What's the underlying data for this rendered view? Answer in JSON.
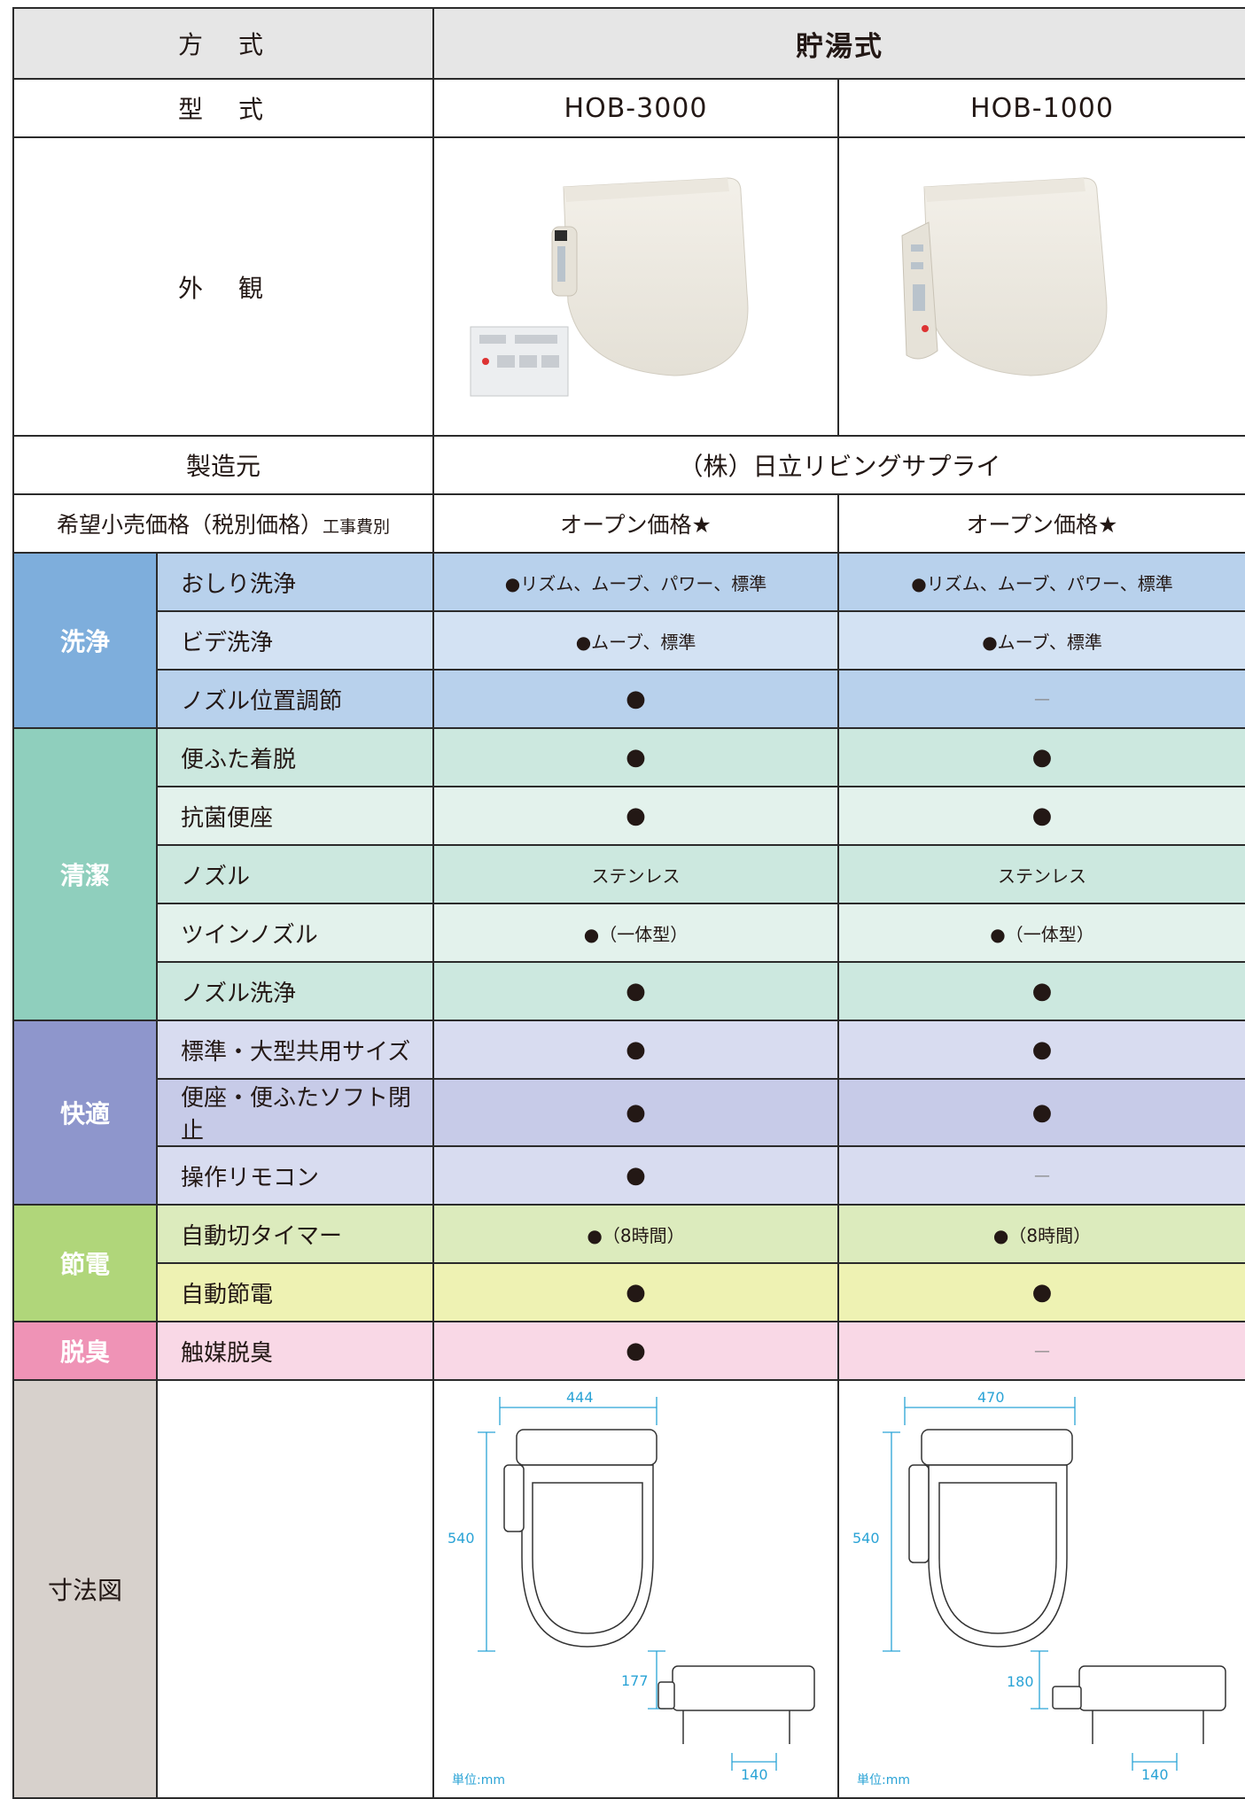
{
  "header": {
    "method_label": "方　式",
    "method_value": "貯湯式",
    "model_label": "型　式",
    "models": [
      "HOB-3000",
      "HOB-1000"
    ],
    "appearance_label": "外　観",
    "maker_label": "製造元",
    "maker_value": "（株）日立リビングサプライ",
    "price_label": "希望小売価格（税別価格）",
    "price_label_note": "工事費別",
    "prices": [
      "オープン価格★",
      "オープン価格★"
    ]
  },
  "groups": [
    {
      "name": "洗浄",
      "rows": [
        {
          "label": "おしり洗浄",
          "values": [
            "●リズム、ムーブ、パワー、標準",
            "●リズム、ムーブ、パワー、標準"
          ]
        },
        {
          "label": "ビデ洗浄",
          "values": [
            "●ムーブ、標準",
            "●ムーブ、標準"
          ]
        },
        {
          "label": "ノズル位置調節",
          "values": [
            "●",
            "—"
          ]
        }
      ]
    },
    {
      "name": "清潔",
      "rows": [
        {
          "label": "便ふた着脱",
          "values": [
            "●",
            "●"
          ]
        },
        {
          "label": "抗菌便座",
          "values": [
            "●",
            "●"
          ]
        },
        {
          "label": "ノズル",
          "values": [
            "ステンレス",
            "ステンレス"
          ]
        },
        {
          "label": "ツインノズル",
          "values": [
            "●（一体型）",
            "●（一体型）"
          ]
        },
        {
          "label": "ノズル洗浄",
          "values": [
            "●",
            "●"
          ]
        }
      ]
    },
    {
      "name": "快適",
      "rows": [
        {
          "label": "標準・大型共用サイズ",
          "values": [
            "●",
            "●"
          ]
        },
        {
          "label": "便座・便ふたソフト閉止",
          "values": [
            "●",
            "●"
          ]
        },
        {
          "label": "操作リモコン",
          "values": [
            "●",
            "—"
          ]
        }
      ]
    },
    {
      "name": "節電",
      "rows": [
        {
          "label": "自動切タイマー",
          "values": [
            "●（8時間）",
            "●（8時間）"
          ]
        },
        {
          "label": "自動節電",
          "values": [
            "●",
            "●"
          ]
        }
      ]
    },
    {
      "name": "脱臭",
      "rows": [
        {
          "label": "触媒脱臭",
          "values": [
            "●",
            "—"
          ]
        }
      ]
    }
  ],
  "dimensions": {
    "label": "寸法図",
    "unit": "単位:mm",
    "hob3000": {
      "width": "444",
      "depth": "540",
      "height": "177",
      "pipe": "140"
    },
    "hob1000": {
      "width": "470",
      "depth": "540",
      "height": "180",
      "pipe": "140"
    }
  },
  "colors": {
    "wash": "#7eaedc",
    "clean": "#8fcfbd",
    "comfort": "#8e96cc",
    "save": "#b0d67a",
    "deodorize": "#ef93b6",
    "dimension": "#d7d1cc",
    "dimension_text": "#2aa3d6"
  },
  "icons": [
    "toilet-seat-photo",
    "remote-control-photo",
    "dimension-drawing"
  ]
}
